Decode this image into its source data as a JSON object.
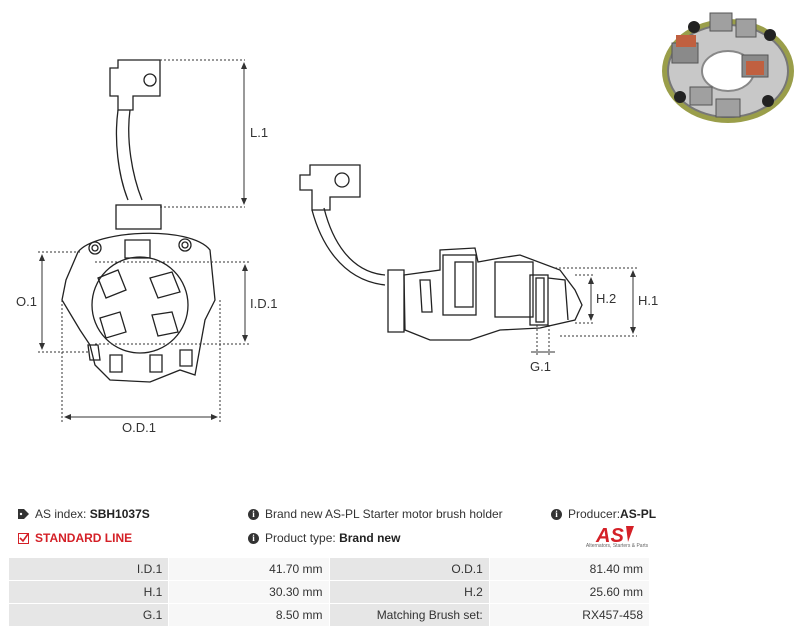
{
  "drawing": {
    "labels": {
      "l1": "L.1",
      "o1": "O.1",
      "id1": "I.D.1",
      "od1": "O.D.1",
      "h1": "H.1",
      "h2": "H.2",
      "g1": "G.1"
    }
  },
  "product": {
    "as_index_label": "AS index:",
    "as_index_value": "SBH1037S",
    "standard_line": "STANDARD LINE",
    "description": "Brand new AS-PL Starter motor brush holder",
    "product_type_label": "Product type:",
    "product_type_value": "Brand new",
    "producer_label": "Producer:",
    "producer_value": "AS-PL",
    "logo_text": "AS",
    "logo_subtext": "Alternators, Starters & Parts"
  },
  "specs": [
    {
      "label_a": "I.D.1",
      "value_a": "41.70 mm",
      "label_b": "O.D.1",
      "value_b": "81.40 mm"
    },
    {
      "label_a": "H.1",
      "value_a": "30.30 mm",
      "label_b": "H.2",
      "value_b": "25.60 mm"
    },
    {
      "label_a": "G.1",
      "value_a": "8.50 mm",
      "label_b": "Matching Brush set:",
      "value_b": "RX457-458"
    }
  ],
  "colors": {
    "accent_red": "#d42027",
    "line": "#222222",
    "label_cell": "#e6e6e6",
    "value_cell": "#f7f7f7"
  }
}
